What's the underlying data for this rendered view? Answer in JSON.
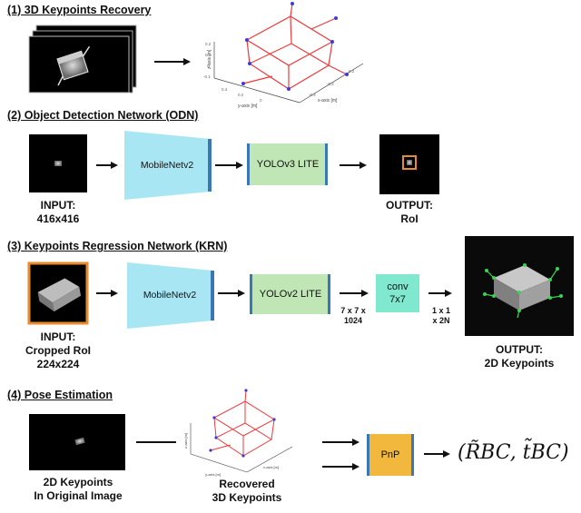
{
  "section1": {
    "title": "(1) 3D Keypoints Recovery"
  },
  "section2": {
    "title": "(2) Object Detection Network (ODN)",
    "mobilenet": "MobileNetv2",
    "yolo": "YOLOv3 LITE",
    "input_label": "INPUT:",
    "input_size": "416x416",
    "output_label": "OUTPUT:",
    "output_value": "RoI"
  },
  "section3": {
    "title": "(3) Keypoints Regression Network (KRN)",
    "mobilenet": "MobileNetv2",
    "yolo": "YOLOv2 LITE",
    "feat1_a": "7 x 7  x",
    "feat1_b": "1024",
    "conv_a": "conv",
    "conv_b": "7x7",
    "feat2_a": "1 x 1",
    "feat2_b": "x 2N",
    "input_label": "INPUT:",
    "input_a": "Cropped RoI",
    "input_b": "224x224",
    "output_label": "OUTPUT:",
    "output_value": "2D Keypoints"
  },
  "section4": {
    "title": "(4) Pose Estimation",
    "left_a": "2D Keypoints",
    "left_b": "In Original Image",
    "mid_a": "Recovered",
    "mid_b": "3D Keypoints",
    "pnp": "PnP",
    "result": "(R̃BC, t̃BC)"
  },
  "plot_axes": {
    "x_axis": "x-axis [m]",
    "y_axis": "y-axis [m]",
    "z_axis": "z-axis [m]"
  },
  "colors": {
    "mobilenet_fill": "#a8e6f4",
    "yolo_fill": "#bfe6b4",
    "conv_fill": "#7fe8cf",
    "pnp_fill": "#f2b83e",
    "bar_blue": "#3a78b5",
    "roi_orange": "#e88a2e",
    "box_red": "#ee3b3b",
    "keypoint_blue": "#3d3ad6"
  }
}
